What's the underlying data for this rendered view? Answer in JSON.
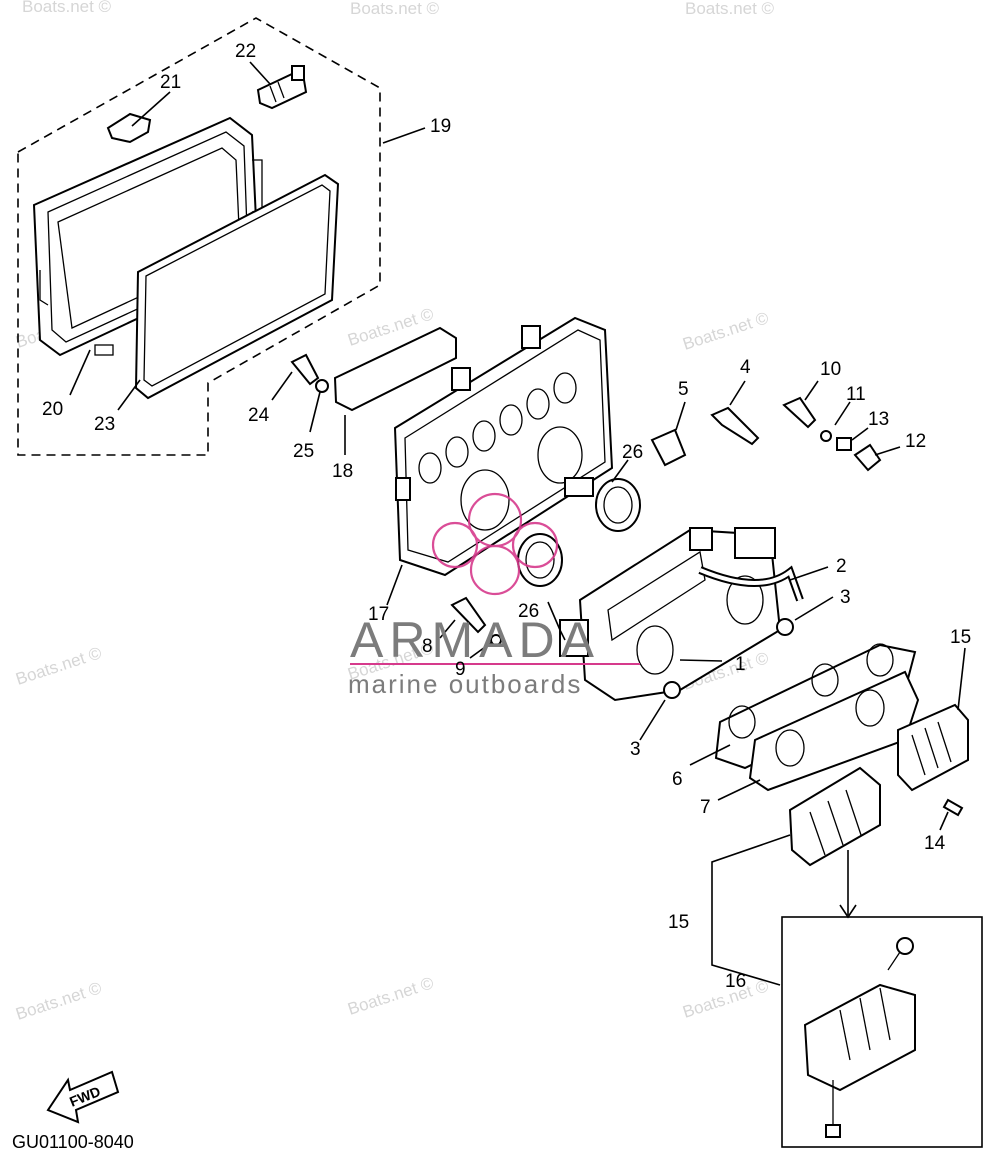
{
  "watermark_text": "Boats.net ©",
  "brand": {
    "name": "ARMADA",
    "tagline": "marine outboards",
    "accent_color": "#d63a8c",
    "text_color": "#7c7c7c"
  },
  "diagram_code": "GU01100-8040",
  "forward_label": "FWD",
  "callouts": [
    "1",
    "2",
    "3",
    "3",
    "4",
    "5",
    "6",
    "7",
    "8",
    "9",
    "10",
    "11",
    "12",
    "13",
    "14",
    "15",
    "15",
    "16",
    "17",
    "18",
    "19",
    "20",
    "21",
    "22",
    "23",
    "24",
    "25",
    "26",
    "26"
  ]
}
